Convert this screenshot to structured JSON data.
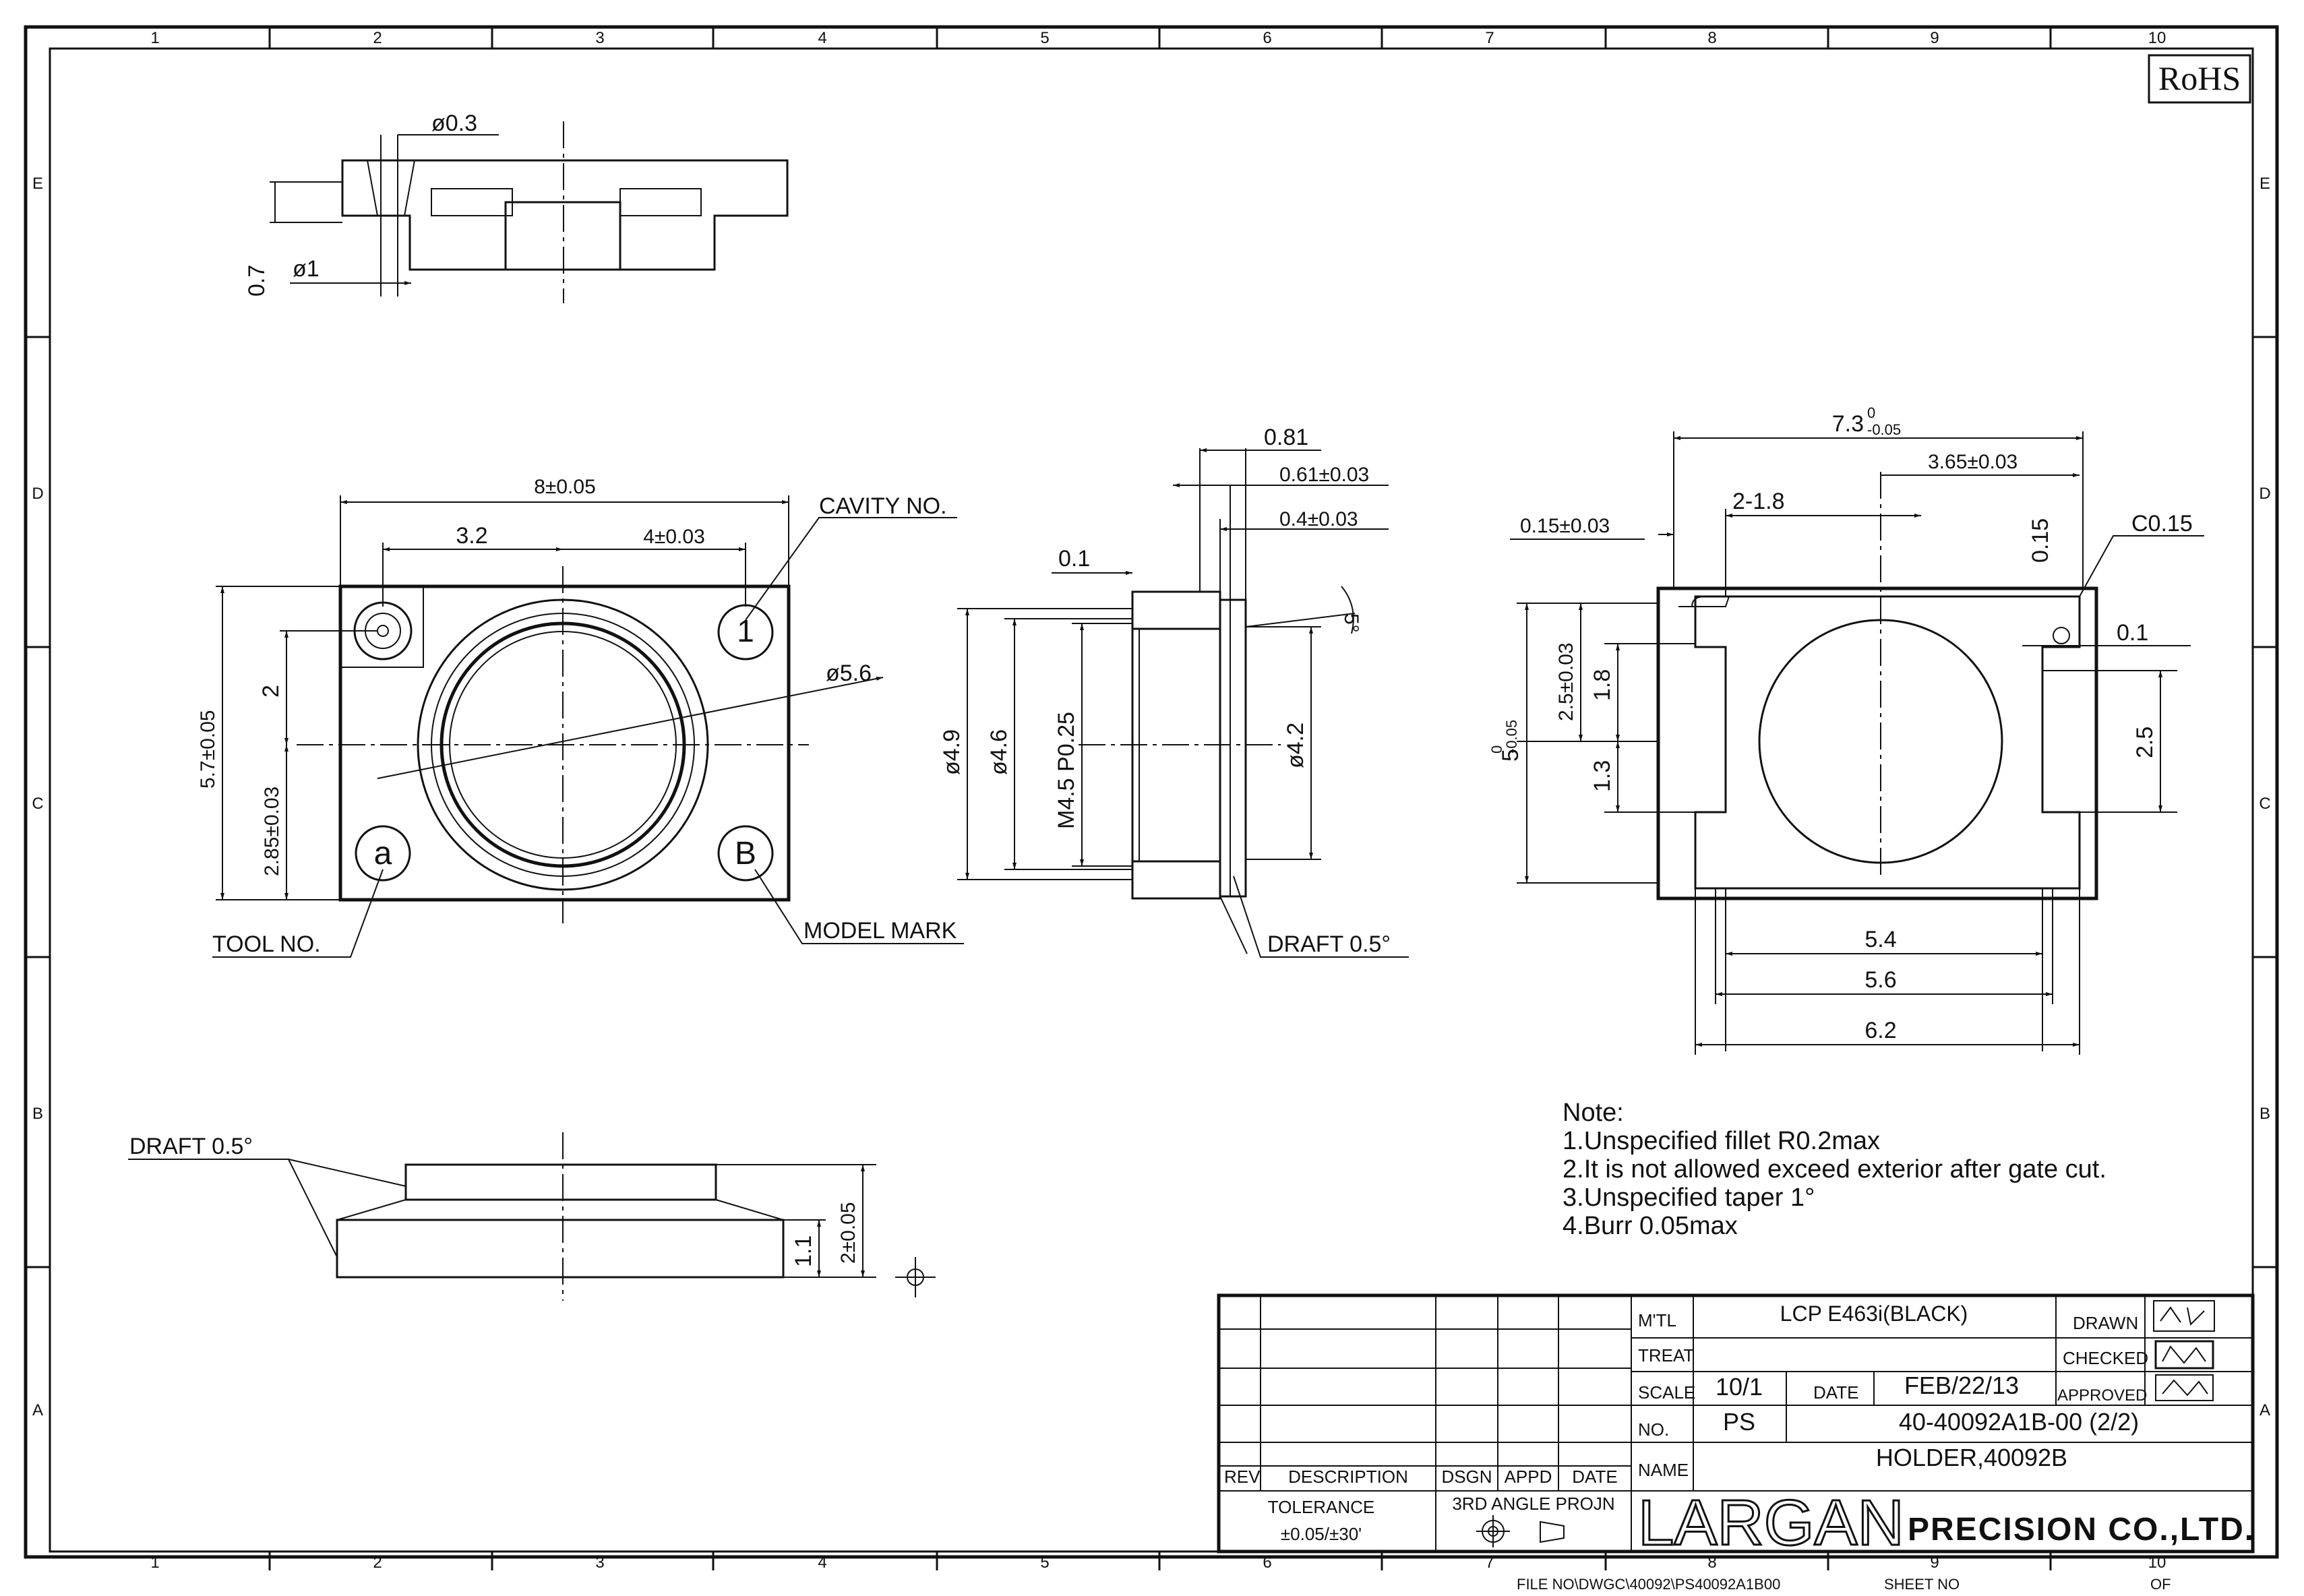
{
  "border": {
    "columns": [
      "1",
      "2",
      "3",
      "4",
      "5",
      "6",
      "7",
      "8",
      "9",
      "10"
    ],
    "rows": [
      "E",
      "D",
      "C",
      "B",
      "A"
    ]
  },
  "rohs": "RoHS",
  "section_view": {
    "dims": {
      "hole_small": "ø0.3",
      "hole_large": "ø1",
      "depth": "0.7"
    }
  },
  "front_view": {
    "dims": {
      "width_total": "8±0.05",
      "half_left": "3.2",
      "half_right": "4±0.03",
      "height_total": "5.7±0.05",
      "height_lower": "2.85±0.03",
      "mark_offset": "2",
      "bore": "ø5.6"
    },
    "marks": {
      "cavity": "1",
      "tool": "a",
      "model": "B"
    },
    "labels": {
      "cavity": "CAVITY NO.",
      "tool": "TOOL NO.",
      "model": "MODEL MARK"
    }
  },
  "side_view": {
    "dims": {
      "total_depth": "0.81",
      "d061": "0.61±0.03",
      "d04": "0.4±0.03",
      "d01": "0.1",
      "outer_dia": "ø4.9",
      "inner_dia": "ø4.6",
      "thread": "M4.5 P0.25",
      "small_dia": "ø4.2",
      "angle": "5°"
    },
    "labels": {
      "draft": "DRAFT 0.5°"
    }
  },
  "back_view": {
    "dims": {
      "width_total": "7.3",
      "width_tol_upper": "0",
      "width_tol_lower": "-0.05",
      "d365": "3.65±0.03",
      "d2_18": "2-1.8",
      "d015": "0.15±0.03",
      "d015v": "0.15",
      "chamfer": "C0.15",
      "d01": "0.1",
      "height_total": "5",
      "height_tol_upper": "0",
      "height_tol_lower": "-0.05",
      "d25_03": "2.5±0.03",
      "d18": "1.8",
      "d13": "1.3",
      "d25": "2.5",
      "d54": "5.4",
      "d56": "5.6",
      "d62": "6.2"
    }
  },
  "bottom_view": {
    "dims": {
      "height": "2±0.05",
      "step": "1.1"
    },
    "labels": {
      "draft": "DRAFT 0.5°"
    }
  },
  "notes": {
    "title": "Note:",
    "items": [
      "1.Unspecified fillet R0.2max",
      "2.It is not allowed exceed exterior after gate cut.",
      "3.Unspecified taper 1°",
      "4.Burr 0.05max"
    ]
  },
  "title_block": {
    "material_label": "M'TL",
    "material": "LCP E463i(BLACK)",
    "treat_label": "TREAT",
    "scale_label": "SCALE",
    "scale": "10/1",
    "date_label": "DATE",
    "date": "FEB/22/13",
    "no_label": "NO.",
    "no_prefix": "PS",
    "drawing_no": "40-40092A1B-00 (2/2)",
    "name_label": "NAME",
    "name": "HOLDER,40092B",
    "drawn_label": "DRAWN",
    "checked_label": "CHECKED",
    "approved_label": "APPROVED",
    "rev_label": "REV",
    "description_label": "DESCRIPTION",
    "dsgn_label": "DSGN",
    "appd_label": "APPD",
    "date_col_label": "DATE",
    "tolerance_label": "TOLERANCE",
    "tolerance": "±0.05/±30'",
    "projection": "3RD ANGLE PROJN",
    "company_logo": "LARGAN",
    "company_suffix": "PRECISION CO.,LTD.",
    "file_no": "FILE NO\\DWGC\\40092\\PS40092A1B00",
    "sheet_no": "SHEET NO",
    "of": "OF"
  }
}
